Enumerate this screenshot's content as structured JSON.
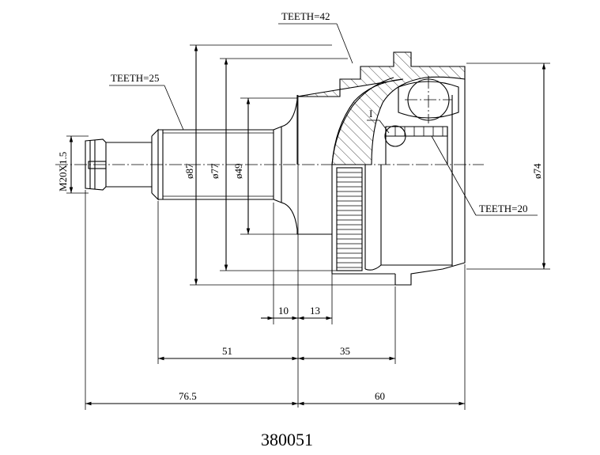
{
  "callouts": {
    "teeth_outer": "TEETH=42",
    "teeth_shaft": "TEETH=25",
    "teeth_inner": "TEETH=20",
    "detail_mark": "I"
  },
  "dimensions": {
    "thread": "M20X1.5",
    "dia_87": "ø87",
    "dia_77": "ø77",
    "dia_49": "ø49",
    "dia_74": "ø74",
    "len_10": "10",
    "len_13": "13",
    "len_51": "51",
    "len_35": "35",
    "len_76_5": "76.5",
    "len_60": "60"
  },
  "part_number": "380051"
}
